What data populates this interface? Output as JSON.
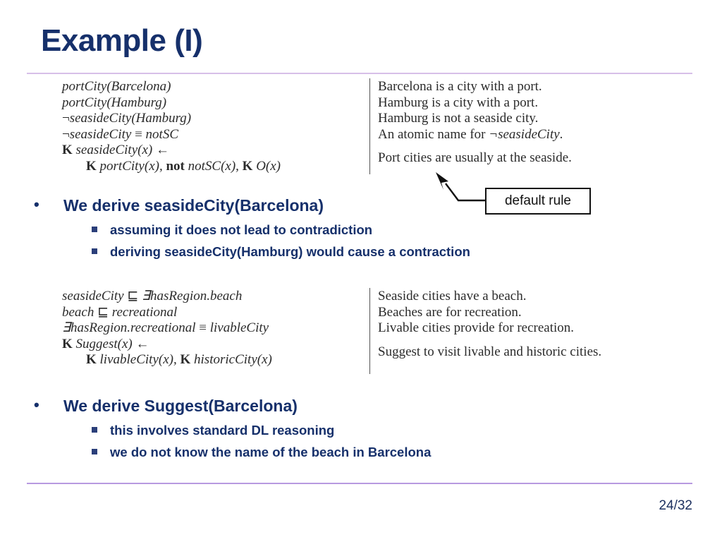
{
  "slide": {
    "title": "Example (I)",
    "page_number": "24/32",
    "title_color": "#16306b",
    "rule_color_top": "#d7bfe8",
    "rule_color_bottom": "#b89ae0",
    "background": "#ffffff"
  },
  "block1": {
    "formulas": [
      "portCity(Barcelona)",
      "portCity(Hamburg)",
      "¬seasideCity(Hamburg)",
      "¬seasideCity ≡ notSC",
      "K seasideCity(x) ←",
      "K portCity(x), not notSC(x), K O(x)"
    ],
    "formula_parts": {
      "l1": "portCity(Barcelona)",
      "l2": "portCity(Hamburg)",
      "l3_neg": "¬",
      "l3": "seasideCity(Hamburg)",
      "l4_neg": "¬",
      "l4a": "seasideCity",
      "l4_equiv": "≡",
      "l4b": "notSC",
      "l5_k": "K",
      "l5": "seasideCity(x)",
      "l5_arrow": "←",
      "l6_k1": "K",
      "l6a": "portCity(x),",
      "l6_not": "not",
      "l6b": "notSC(x),",
      "l6_k2": "K",
      "l6c": "O(x)"
    },
    "narrative": [
      "Barcelona is a city with a port.",
      "Hamburg is a city with a port.",
      "Hamburg is not a seaside city.",
      "An atomic name for ¬seasideCity.",
      "Port cities are usually at the seaside."
    ],
    "narrative_parts": {
      "n4_prefix": "An atomic name for ",
      "n4_neg": "¬",
      "n4_italic": "seasideCity",
      "n4_suffix": "."
    }
  },
  "block2": {
    "formulas": [
      "seasideCity ⊑ ∃hasRegion.beach",
      "beach ⊑ recreational",
      "∃hasRegion.recreational ≡ livableCity",
      "K Suggest(x) ←",
      "K livableCity(x), K historicCity(x)"
    ],
    "formula_parts": {
      "m1a": "seasideCity",
      "m1_sub": "⊑",
      "m1b": "∃hasRegion.beach",
      "m2a": "beach",
      "m2_sub": "⊑",
      "m2b": "recreational",
      "m3a": "∃hasRegion.recreational",
      "m3_equiv": "≡",
      "m3b": "livableCity",
      "m4_k": "K",
      "m4": "Suggest(x)",
      "m4_arrow": "←",
      "m5_k1": "K",
      "m5a": "livableCity(x),",
      "m5_k2": "K",
      "m5b": "historicCity(x)"
    },
    "narrative": [
      "Seaside cities have a beach.",
      "Beaches are for recreation.",
      "Livable cities provide for recreation.",
      "Suggest to visit livable and historic cities."
    ]
  },
  "callout": {
    "label": "default rule"
  },
  "bullets1": {
    "main": "We derive seasideCity(Barcelona)",
    "sub": [
      "assuming it does not lead to contradiction",
      "deriving seasideCity(Hamburg) would cause a contraction"
    ],
    "marker": "•"
  },
  "bullets2": {
    "main": "We derive Suggest(Barcelona)",
    "sub": [
      "this involves standard DL reasoning",
      "we do not know the name of the beach in Barcelona"
    ],
    "marker": "•"
  }
}
